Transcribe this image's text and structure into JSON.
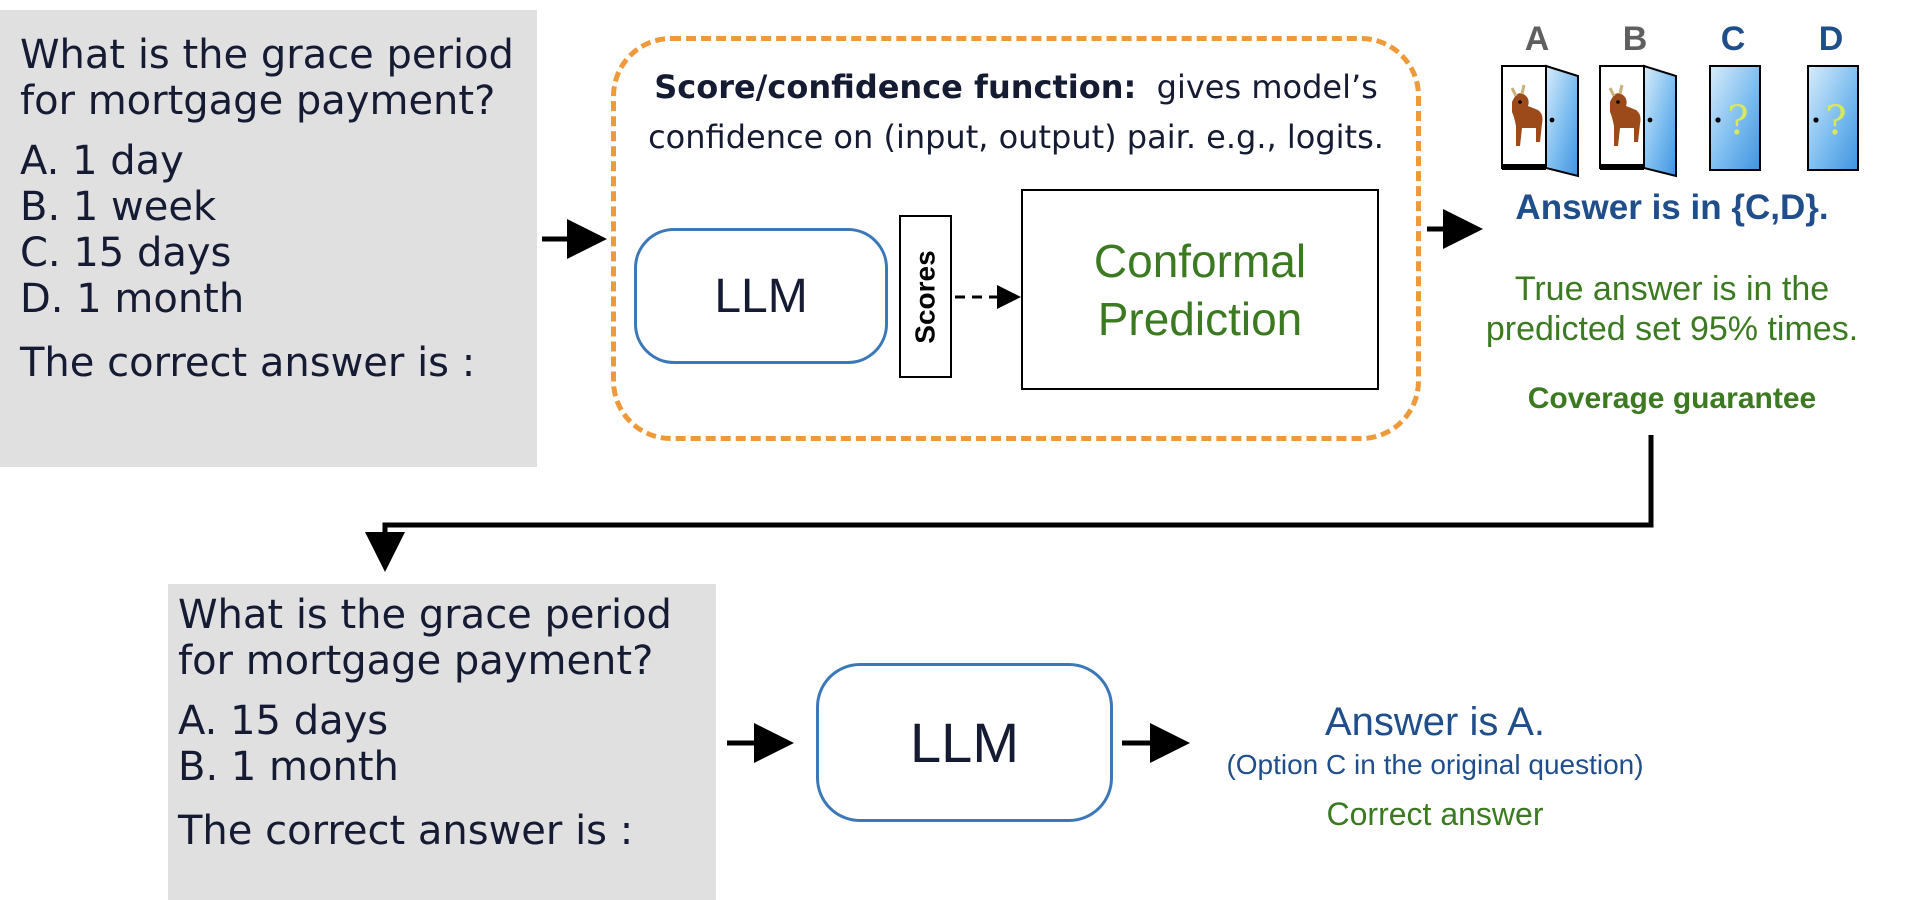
{
  "top_question": {
    "question": "What is the grace period\nfor mortgage payment?",
    "options": [
      "A. 1 day",
      "B. 1 week",
      "C. 15 days",
      "D. 1 month"
    ],
    "tail": "The correct answer is :"
  },
  "score_function": {
    "bold": "Score/confidence function:",
    "line1_rest": "gives model’s",
    "line2": "confidence on (input, output) pair. e.g., logits."
  },
  "llm_label": "LLM",
  "scores_label": "Scores",
  "conformal_label": "Conformal\nPrediction",
  "doors": [
    {
      "letter": "A",
      "content": "goat",
      "color": "#5f5f5f"
    },
    {
      "letter": "B",
      "content": "goat",
      "color": "#5f5f5f"
    },
    {
      "letter": "C",
      "content": "question",
      "color": "#1f4e8a"
    },
    {
      "letter": "D",
      "content": "question",
      "color": "#1f4e8a"
    }
  ],
  "predicted_set": "Answer is in {C,D}.",
  "coverage_text": "True answer is in the\npredicted set 95% times.",
  "coverage_label": "Coverage guarantee",
  "bottom_question": {
    "question": "What is the grace period\nfor mortgage payment?",
    "options": [
      "A. 15 days",
      "B. 1 month"
    ],
    "tail": "The correct answer is :"
  },
  "final_answer": "Answer is A.",
  "final_note": "(Option C in the original question)",
  "final_label": "Correct answer",
  "colors": {
    "dash_border": "#ee9a3a",
    "llm_border": "#3a78b8",
    "green": "#3c7a22",
    "blue": "#1f4e8a",
    "grey_box": "#e0e0e0"
  }
}
